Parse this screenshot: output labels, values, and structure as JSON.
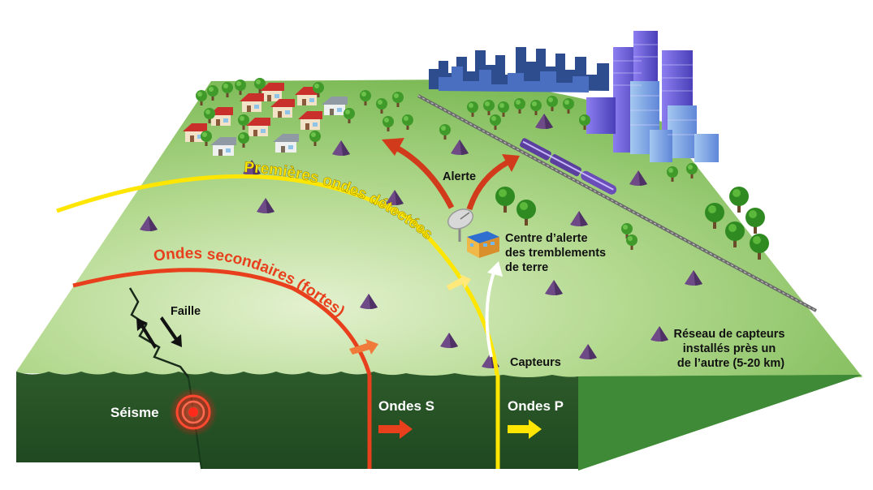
{
  "labels": {
    "alerte": "Alerte",
    "centre_line1": "Centre d’alerte",
    "centre_line2": "des tremblements",
    "centre_line3": "de terre",
    "premieres": "Premières ondes détectées",
    "secondaires": "Ondes secondaires (fortes)",
    "faille": "Faille",
    "capteurs": "Capteurs",
    "reseau_line1": "Réseau de capteurs",
    "reseau_line2": "installés près un",
    "reseau_line3": "de l’autre (5-20 km)",
    "seisme": "Séisme",
    "ondes_s": "Ondes S",
    "ondes_p": "Ondes P"
  },
  "colors": {
    "p_wave": "#ffe600",
    "s_wave": "#e8401c",
    "alert_arrow": "#d23a1c",
    "ground_top": "#9ccc72",
    "ground_front": "#2f5e2c",
    "ground_side": "#3f8a36",
    "sensor": "#6e4a86",
    "city": "#6a5fd6"
  },
  "icons": {
    "sensor": "sensor-cone-icon",
    "dish": "satellite-dish-icon",
    "station": "alert-center-building-icon",
    "epicenter": "epicenter-target-icon",
    "train": "train-icon"
  }
}
